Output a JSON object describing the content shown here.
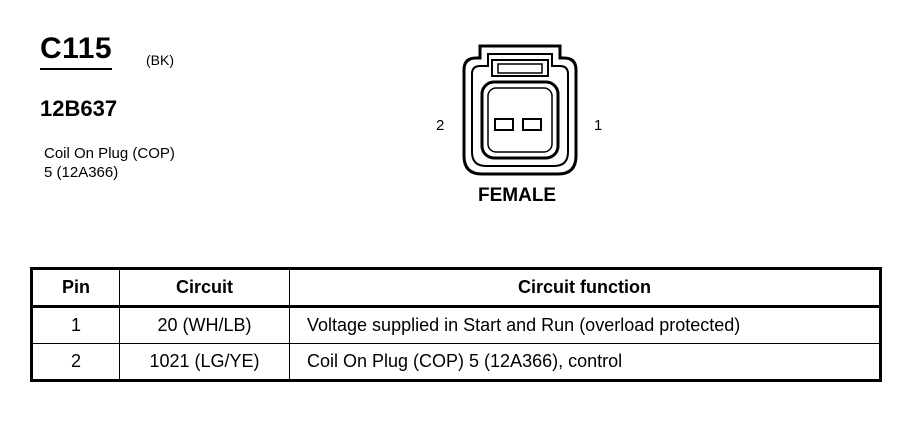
{
  "connector": {
    "id": "C115",
    "color_code": "(BK)",
    "part_number": "12B637",
    "description_lines": [
      "Coil On Plug (COP)",
      "5 (12A366)"
    ],
    "pin_left_label": "2",
    "pin_right_label": "1",
    "gender": "FEMALE"
  },
  "table": {
    "headers": [
      "Pin",
      "Circuit",
      "Circuit function"
    ],
    "rows": [
      [
        "1",
        "20 (WH/LB)",
        "Voltage supplied in Start and Run (overload protected)"
      ],
      [
        "2",
        "1021 (LG/YE)",
        "Coil On Plug (COP) 5 (12A366), control"
      ]
    ]
  }
}
